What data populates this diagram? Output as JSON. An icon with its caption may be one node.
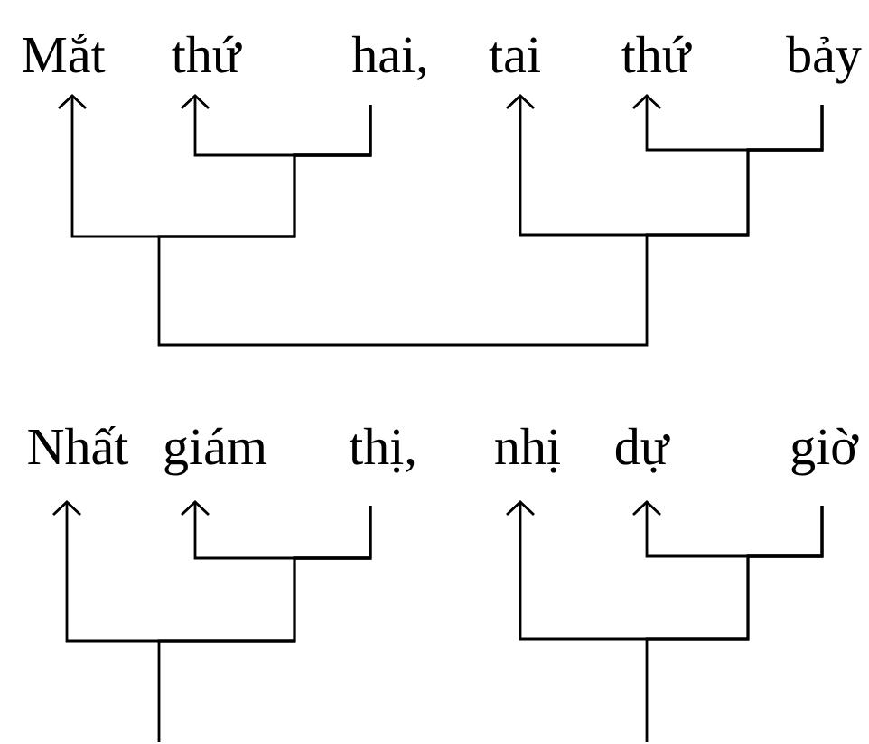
{
  "diagram": {
    "nodes": [
      {
        "text": [
          "Mắt"
        ]
      },
      {
        "text": [
          "thứ"
        ]
      },
      {
        "text": [
          "hai,"
        ]
      },
      {
        "text": [
          "tai"
        ]
      },
      {
        "text": [
          "thứ"
        ]
      },
      {
        "text": [
          "bảy"
        ]
      },
      {
        "text": [
          "Nhất"
        ]
      },
      {
        "text": [
          "giám"
        ]
      },
      {
        "text": [
          "thị,"
        ]
      },
      {
        "text": [
          "nhị"
        ]
      },
      {
        "text": [
          "dự"
        ]
      },
      {
        "text": [
          "giờ"
        ]
      }
    ],
    "edges": [
      {
        "from": 2,
        "to": 1,
        "arrow": "to"
      },
      {
        "from": 2,
        "to": 0,
        "arrow": "to"
      },
      {
        "from": 5,
        "to": 4,
        "arrow": "to"
      },
      {
        "from": 5,
        "to": 3,
        "arrow": "to"
      },
      {
        "from": 2,
        "to": 5,
        "arrow": "none"
      },
      {
        "from": 8,
        "to": 7,
        "arrow": "to"
      },
      {
        "from": 8,
        "to": 6,
        "arrow": "to"
      },
      {
        "from": 11,
        "to": 10,
        "arrow": "to"
      },
      {
        "from": 11,
        "to": 9,
        "arrow": "to"
      },
      {
        "from": 8,
        "to": null,
        "arrow": "none"
      },
      {
        "from": 11,
        "to": null,
        "arrow": "none"
      }
    ]
  }
}
